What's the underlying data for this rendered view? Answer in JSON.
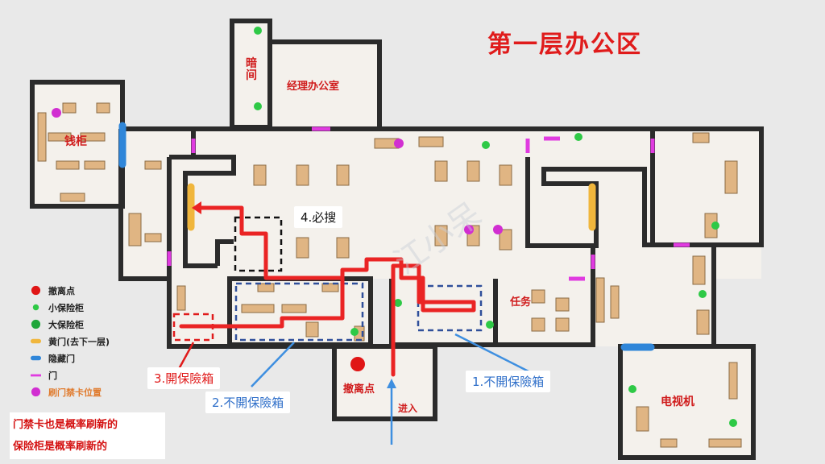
{
  "title": "第一层办公区",
  "rooms": {
    "dark_room": "暗间",
    "manager_office": "经理办公室",
    "cash_cabinet": "钱柜",
    "task": "任务",
    "extraction": "撤离点",
    "tv": "电视机",
    "enter": "进入"
  },
  "steps": {
    "s1": "1.不開保險箱",
    "s2": "2.不開保險箱",
    "s3": "3.開保險箱",
    "s4": "4.必搜"
  },
  "legend": [
    {
      "label": "撤离点",
      "icon": "extraction-icon",
      "color": "#e01616"
    },
    {
      "label": "小保险柜",
      "icon": "small-safe-icon",
      "color": "#2ec946"
    },
    {
      "label": "大保险柜",
      "icon": "large-safe-icon",
      "color": "#1fa63a"
    },
    {
      "label": "黄门(去下一层)",
      "icon": "yellow-door-icon",
      "color": "#f0b63c"
    },
    {
      "label": "隐藏门",
      "icon": "hidden-door-icon",
      "color": "#2f86d9"
    },
    {
      "label": "门",
      "icon": "door-icon",
      "color": "#e03be0"
    },
    {
      "label": "刷门禁卡位置",
      "icon": "keycard-spot-icon",
      "color": "#d12ed1"
    }
  ],
  "notes": [
    "门禁卡也是概率刷新的",
    "保险柜是概率刷新的"
  ],
  "watermark": "江小呆",
  "colors": {
    "wall": "#2b2b2b",
    "floor": "#f4f1ec",
    "route": "#ea2424",
    "furniture": "#e0b583",
    "blue_box": "#2f4f9a",
    "arrow_blue": "#3e8fe0"
  }
}
